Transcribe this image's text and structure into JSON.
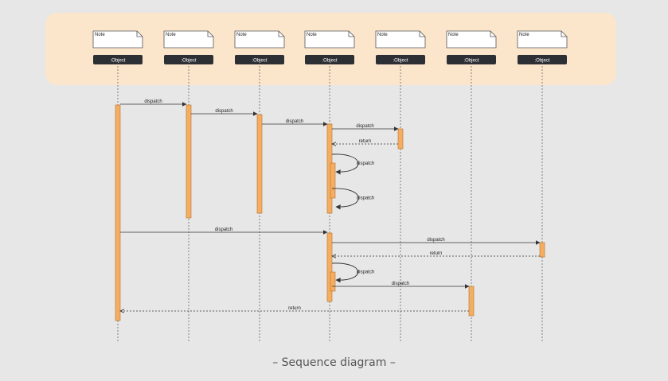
{
  "diagram": {
    "caption": "– Sequence diagram –",
    "colors": {
      "background": "#e6e7e6",
      "header_panel": "#fbe6cc",
      "activation": "#f5ad62",
      "activation_border": "#b8722a",
      "object_box": "#2c2f33",
      "line": "#555555"
    },
    "lifelines": [
      {
        "note": "Note",
        "label": ":Object"
      },
      {
        "note": "Note",
        "label": ":Object"
      },
      {
        "note": "Note",
        "label": ":Object"
      },
      {
        "note": "Note",
        "label": ":Object"
      },
      {
        "note": "Note",
        "label": ":Object"
      },
      {
        "note": "Note",
        "label": ":Object"
      },
      {
        "note": "Note",
        "label": ":Object"
      }
    ],
    "messages": [
      {
        "from": 0,
        "to": 1,
        "label": "dispatch",
        "kind": "call"
      },
      {
        "from": 1,
        "to": 2,
        "label": "dispatch",
        "kind": "call"
      },
      {
        "from": 2,
        "to": 3,
        "label": "dispatch",
        "kind": "call"
      },
      {
        "from": 3,
        "to": 4,
        "label": "dispatch",
        "kind": "call"
      },
      {
        "from": 4,
        "to": 3,
        "label": "return",
        "kind": "return"
      },
      {
        "from": 3,
        "to": 3,
        "label": "dispatch",
        "kind": "self"
      },
      {
        "from": 3,
        "to": 3,
        "label": "dispatch",
        "kind": "self"
      },
      {
        "from": 0,
        "to": 3,
        "label": "dispatch",
        "kind": "call"
      },
      {
        "from": 3,
        "to": 6,
        "label": "dispatch",
        "kind": "call"
      },
      {
        "from": 6,
        "to": 3,
        "label": "return",
        "kind": "return"
      },
      {
        "from": 3,
        "to": 3,
        "label": "dispatch",
        "kind": "self"
      },
      {
        "from": 3,
        "to": 5,
        "label": "dispatch",
        "kind": "call"
      },
      {
        "from": 5,
        "to": 0,
        "label": "return",
        "kind": "return"
      }
    ]
  }
}
